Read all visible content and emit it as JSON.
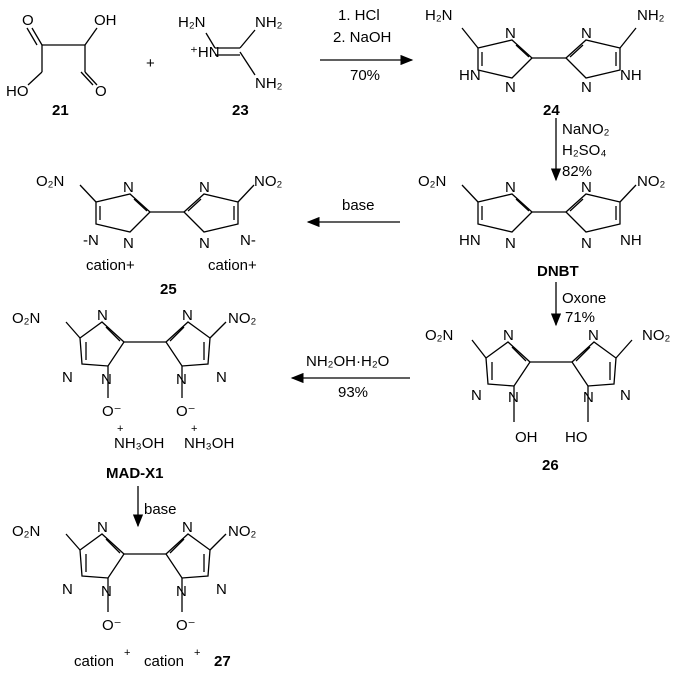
{
  "compounds": {
    "c21": {
      "number": "21",
      "oh": "OH",
      "ho": "HO",
      "o": "O"
    },
    "plus": "+",
    "c23": {
      "number": "23",
      "h2n": "H₂N",
      "nh2": "NH₂",
      "nplus": "⁺HN"
    },
    "c24": {
      "number": "24"
    },
    "dnbt": {
      "number": "DNBT"
    },
    "c25": {
      "number": "25",
      "cation": "cation+",
      "nminus": "-N",
      "nminus_r": "N-"
    },
    "c26": {
      "number": "26"
    },
    "madx1": {
      "number": "MAD-X1",
      "counterion": "NH₃OH"
    },
    "c27": {
      "number": "27",
      "cation": "cation"
    }
  },
  "atoms": {
    "n": "N",
    "nh": "NH",
    "hn": "HN",
    "oh_label": "OH",
    "ho_label": "HO",
    "o_label": "O",
    "nh2_label": "H₂N",
    "nh2_right": "NH₂",
    "no2_left": "O₂N",
    "no2_right": "NO₂",
    "ominus": "O⁻",
    "plus": "+",
    "minus": "-"
  },
  "conditions": {
    "step1_a": "1. HCl",
    "step1_b": "2. NaOH",
    "step1_yield": "70%",
    "step2_a": "NaNO₂",
    "step2_b": "H₂SO₄",
    "step2_yield": "82%",
    "step3": "base",
    "step4_a": "Oxone",
    "step4_yield": "71%",
    "step5_a": "NH₂OH·H₂O",
    "step5_yield": "93%",
    "step6": "base"
  }
}
